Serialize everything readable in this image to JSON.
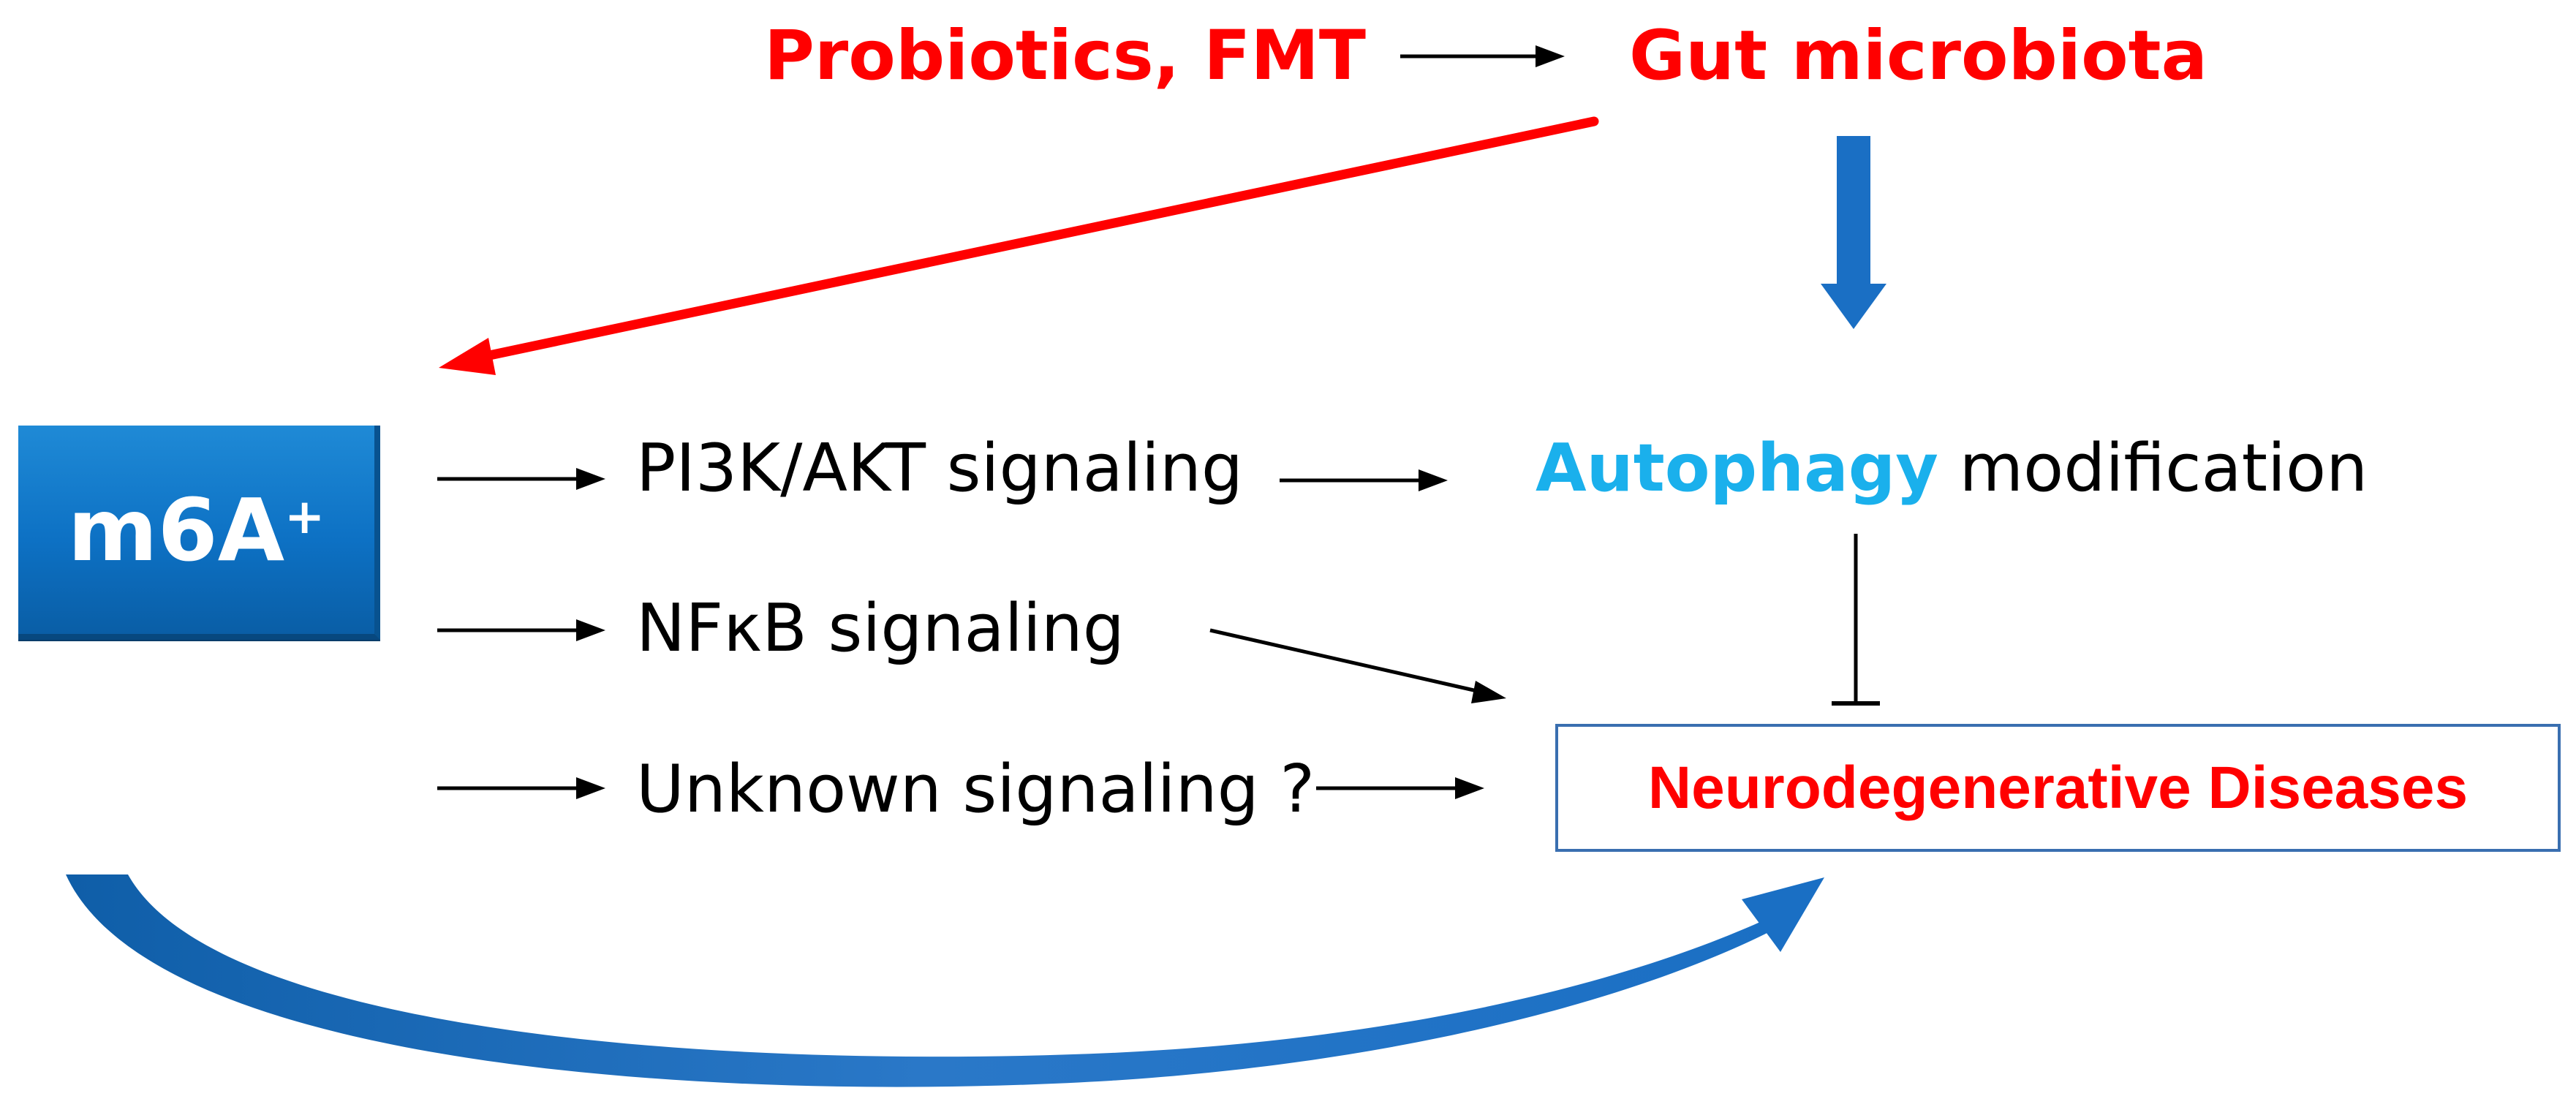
{
  "diagram": {
    "top": {
      "intervention_label": "Probiotics, FMT",
      "microbiota_label": "Gut microbiota"
    },
    "m6a": {
      "label": "m6A",
      "superscript": "+"
    },
    "pathways": [
      {
        "label": "PI3K/AKT signaling"
      },
      {
        "label": "NFκB signaling"
      },
      {
        "label": "Unknown signaling ?"
      }
    ],
    "autophagy": {
      "highlight": "Autophagy",
      "rest": " modification"
    },
    "outcome": {
      "label": "Neurodegenerative Diseases"
    },
    "colors": {
      "red": "#ff0000",
      "blue_arrow": "#1a6fc4",
      "autophagy_blue": "#1ab0ec",
      "box_border": "#3a6fb0",
      "m6a_box": "#0d71c4"
    }
  }
}
